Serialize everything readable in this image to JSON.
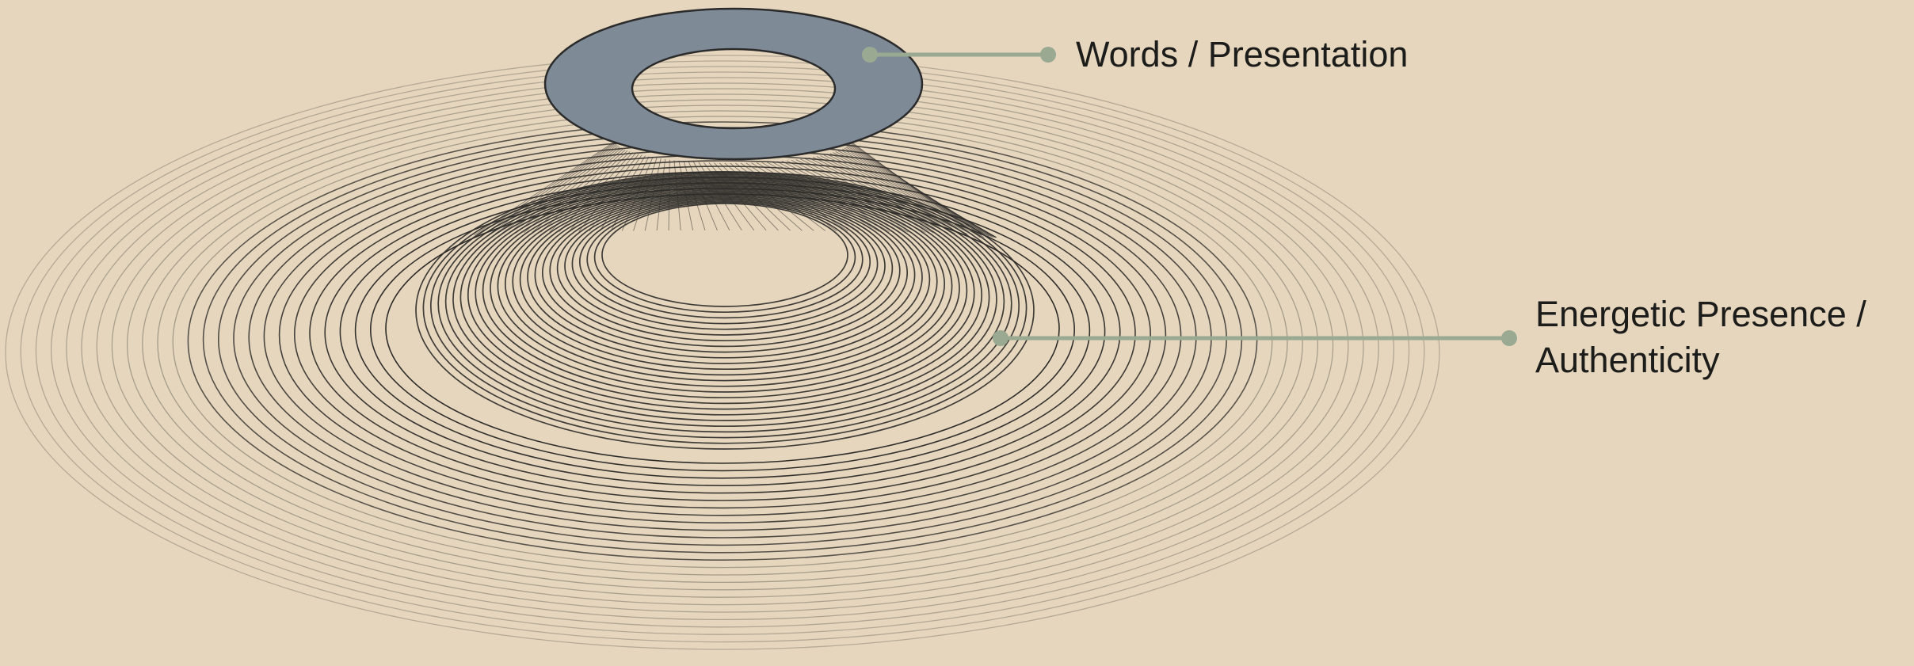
{
  "labels": {
    "words_presentation": "Words / Presentation",
    "energetic_line1": "Energetic Presence /",
    "energetic_line2": "Authenticity"
  },
  "colors": {
    "background": "#e6d6bd",
    "ring_fill": "#7f8a97",
    "ring_stroke": "#2b2b2b",
    "contour_dark": "#2e2c29",
    "contour_light": "#8c8577",
    "leader_line": "#9aaa92"
  }
}
